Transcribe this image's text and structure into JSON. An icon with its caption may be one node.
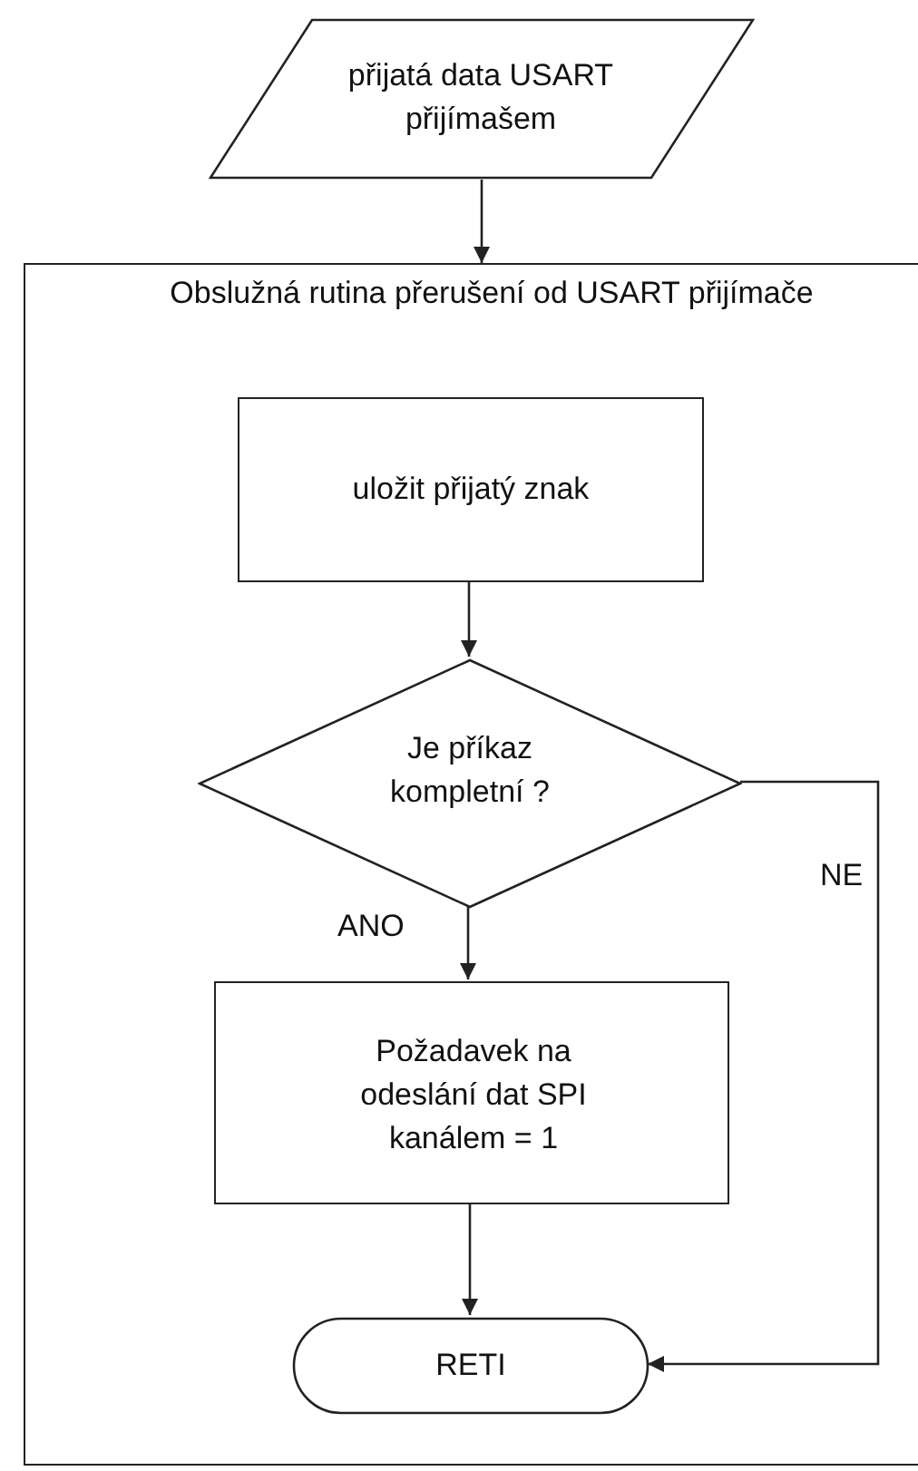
{
  "diagram": {
    "nodes": [
      {
        "text": [
          "přijatá data USART přijímašem"
        ]
      },
      {
        "text": [
          "Obslužná rutina přerušení od USART přijímače"
        ]
      },
      {
        "text": [
          "uložit přijatý znak"
        ],
        "in": 1
      },
      {
        "text": [
          "Je příkaz kompletní ?"
        ],
        "in": 1
      },
      {
        "text": [
          "Požadavek na odeslání dat  SPI kanálem = 1"
        ],
        "in": 1
      },
      {
        "text": [
          "RETI"
        ],
        "in": 1
      }
    ],
    "edges": [
      {
        "from": 0,
        "to": 1,
        "arrow": "to"
      },
      {
        "from": 2,
        "to": 3,
        "arrow": "to"
      },
      {
        "from": 3,
        "to": 4,
        "arrow": "to",
        "label": "ANO"
      },
      {
        "from": 3,
        "to": 5,
        "arrow": "to",
        "label": "NE"
      },
      {
        "from": 4,
        "to": 5,
        "arrow": "to"
      }
    ]
  }
}
